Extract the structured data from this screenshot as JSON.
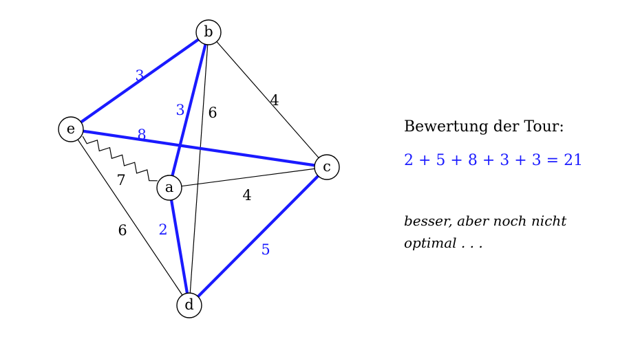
{
  "colors": {
    "tour": "#1a1aff",
    "edge": "#000000"
  },
  "nodes": [
    {
      "id": "b",
      "label": "b"
    },
    {
      "id": "e",
      "label": "e"
    },
    {
      "id": "c",
      "label": "c"
    },
    {
      "id": "a",
      "label": "a"
    },
    {
      "id": "d",
      "label": "d"
    }
  ],
  "edges": [
    {
      "from": "e",
      "to": "b",
      "weight": "3",
      "tour": true
    },
    {
      "from": "b",
      "to": "a",
      "weight": "3",
      "tour": true
    },
    {
      "from": "b",
      "to": "d",
      "weight": "6",
      "tour": false
    },
    {
      "from": "b",
      "to": "c",
      "weight": "4",
      "tour": false
    },
    {
      "from": "e",
      "to": "c",
      "weight": "8",
      "tour": true
    },
    {
      "from": "e",
      "to": "a",
      "weight": "7",
      "tour": false,
      "zigzag": true
    },
    {
      "from": "a",
      "to": "c",
      "weight": "4",
      "tour": false
    },
    {
      "from": "e",
      "to": "d",
      "weight": "6",
      "tour": false
    },
    {
      "from": "a",
      "to": "d",
      "weight": "2",
      "tour": true
    },
    {
      "from": "d",
      "to": "c",
      "weight": "5",
      "tour": true
    }
  ],
  "side": {
    "title": "Bewertung der Tour:",
    "sum": "2 + 5 + 8 + 3 + 3 = 21",
    "note": "besser, aber noch nicht optimal . . ."
  }
}
